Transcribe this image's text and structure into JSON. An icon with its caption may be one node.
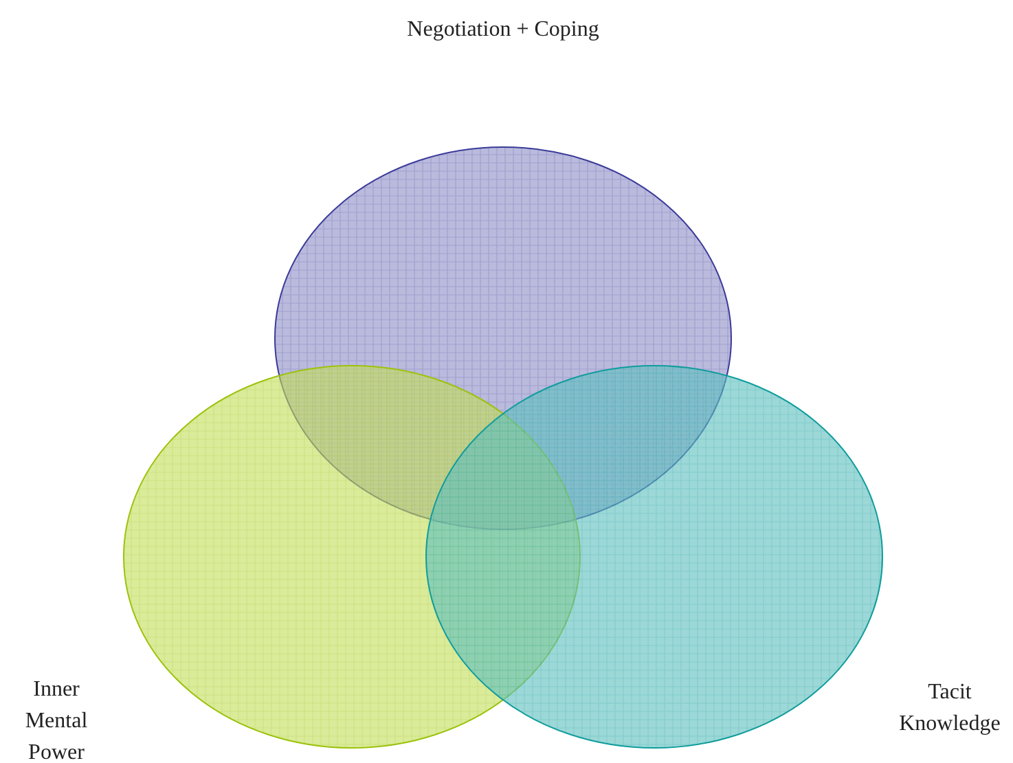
{
  "diagram": {
    "nodes": [
      {
        "text": [
          "Negotiation + Coping"
        ]
      },
      {
        "text": [
          "Inner Mental Power"
        ]
      },
      {
        "text": [
          "Tacit Knowledge"
        ]
      }
    ]
  }
}
